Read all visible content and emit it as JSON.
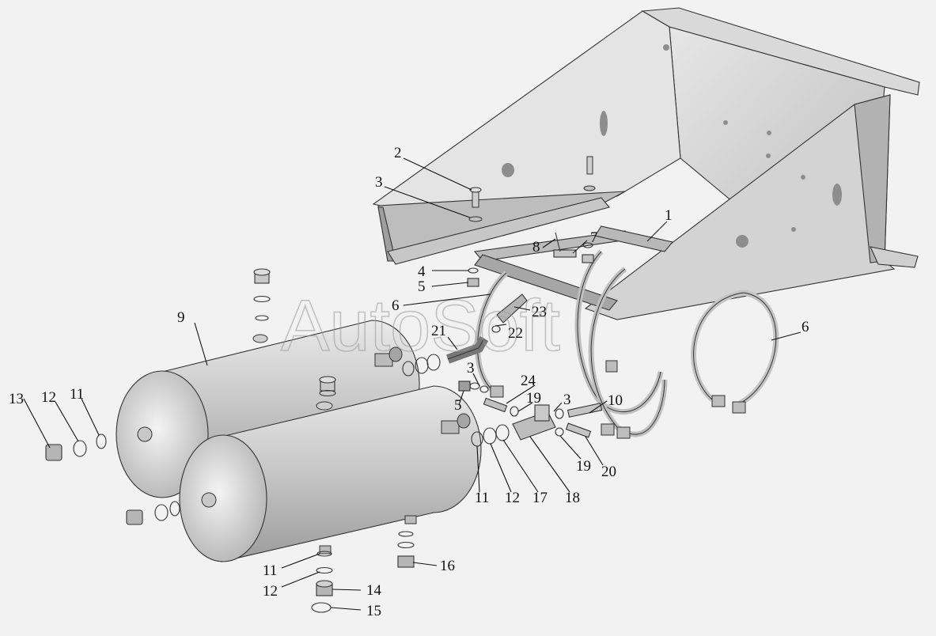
{
  "watermark": "AutoSoft",
  "callouts": [
    {
      "id": "c1",
      "label": "1"
    },
    {
      "id": "c2",
      "label": "2"
    },
    {
      "id": "c3a",
      "label": "3"
    },
    {
      "id": "c3b",
      "label": "3"
    },
    {
      "id": "c3c",
      "label": "3"
    },
    {
      "id": "c4",
      "label": "4"
    },
    {
      "id": "c5a",
      "label": "5"
    },
    {
      "id": "c5b",
      "label": "5"
    },
    {
      "id": "c6a",
      "label": "6"
    },
    {
      "id": "c6b",
      "label": "6"
    },
    {
      "id": "c7",
      "label": "7"
    },
    {
      "id": "c8",
      "label": "8"
    },
    {
      "id": "c9",
      "label": "9"
    },
    {
      "id": "c10",
      "label": "10"
    },
    {
      "id": "c11a",
      "label": "11"
    },
    {
      "id": "c11b",
      "label": "11"
    },
    {
      "id": "c11c",
      "label": "11"
    },
    {
      "id": "c12a",
      "label": "12"
    },
    {
      "id": "c12b",
      "label": "12"
    },
    {
      "id": "c12c",
      "label": "12"
    },
    {
      "id": "c13",
      "label": "13"
    },
    {
      "id": "c14",
      "label": "14"
    },
    {
      "id": "c15",
      "label": "15"
    },
    {
      "id": "c16",
      "label": "16"
    },
    {
      "id": "c17",
      "label": "17"
    },
    {
      "id": "c18",
      "label": "18"
    },
    {
      "id": "c19a",
      "label": "19"
    },
    {
      "id": "c19b",
      "label": "19"
    },
    {
      "id": "c20",
      "label": "20"
    },
    {
      "id": "c21",
      "label": "21"
    },
    {
      "id": "c22",
      "label": "22"
    },
    {
      "id": "c23",
      "label": "23"
    },
    {
      "id": "c24",
      "label": "24"
    }
  ],
  "colors": {
    "metal": "#d6d6d6",
    "metal_dark": "#a9a9a9",
    "line": "#333333"
  }
}
